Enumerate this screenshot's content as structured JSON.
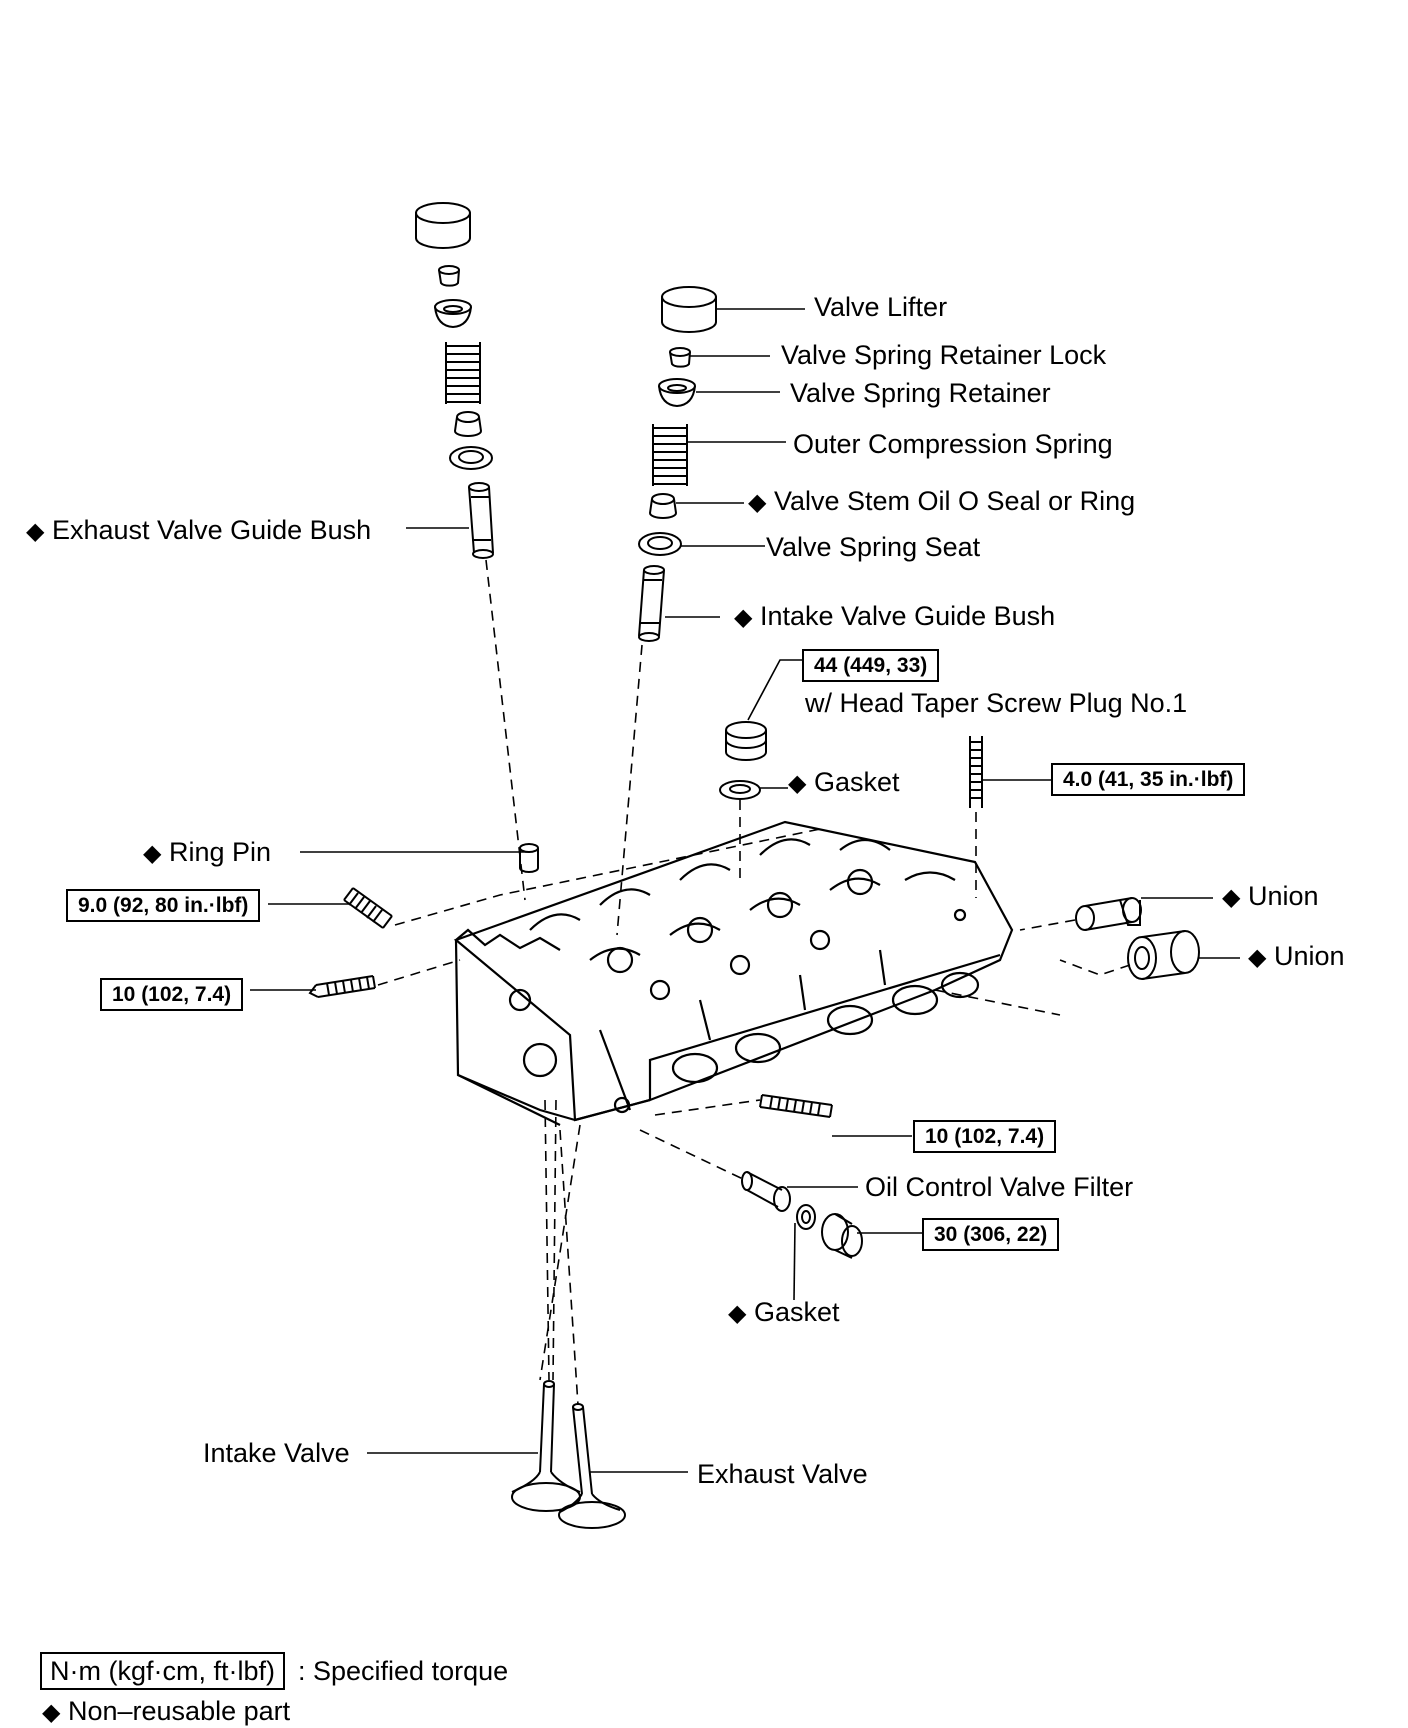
{
  "labels": {
    "valve_lifter": "Valve Lifter",
    "retainer_lock": "Valve Spring Retainer Lock",
    "spring_retainer": "Valve Spring Retainer",
    "outer_spring": "Outer Compression Spring",
    "stem_oil_seal": "Valve Stem Oil O Seal or Ring",
    "spring_seat": "Valve Spring Seat",
    "intake_guide_bush": "Intake Valve Guide Bush",
    "exhaust_guide_bush": "Exhaust Valve Guide Bush",
    "taper_plug": "w/ Head Taper Screw Plug No.1",
    "gasket_upper": "Gasket",
    "ring_pin": "Ring Pin",
    "union_1": "Union",
    "union_2": "Union",
    "ocv_filter": "Oil Control Valve Filter",
    "gasket_lower": "Gasket",
    "intake_valve": "Intake Valve",
    "exhaust_valve": "Exhaust Valve"
  },
  "torques": {
    "plug": "44 (449, 33)",
    "stud_top": "4.0 (41, 35 in.·lbf)",
    "stud_left_upper": "9.0 (92, 80 in.·lbf)",
    "stud_left_lower": "10 (102, 7.4)",
    "stud_bottom": "10 (102, 7.4)",
    "filter_plug": "30 (306, 22)"
  },
  "legend": {
    "torque_box": "N·m (kgf·cm, ft·lbf)",
    "torque_desc": ": Specified torque",
    "nonreusable": "Non–reusable part"
  },
  "symbols": {
    "nonreusable": "◆"
  }
}
